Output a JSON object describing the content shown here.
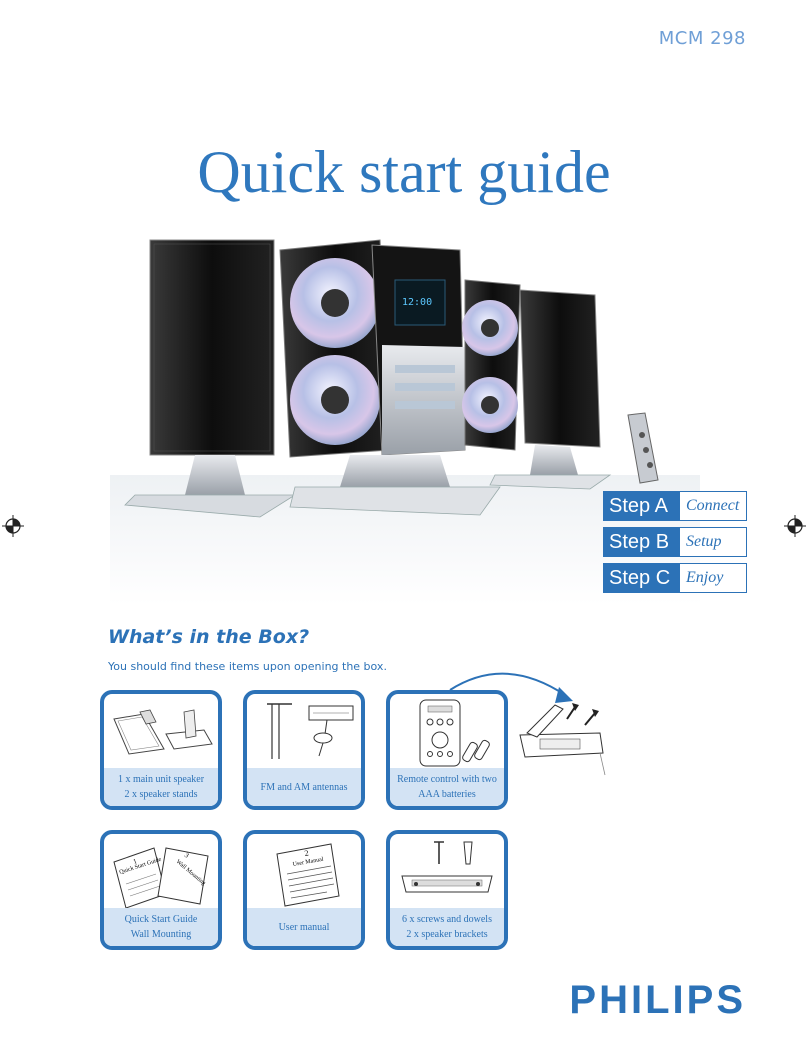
{
  "header": {
    "model": "MCM 298"
  },
  "title": "Quick start guide",
  "steps": [
    {
      "label": "Step A",
      "word": "Connect"
    },
    {
      "label": "Step B",
      "word": "Setup"
    },
    {
      "label": "Step C",
      "word": "Enjoy"
    }
  ],
  "box": {
    "heading": "What’s in the Box?",
    "subtitle": "You should find these items upon opening the box.",
    "items": [
      {
        "lines": [
          "1 x main unit speaker",
          "2 x speaker stands"
        ]
      },
      {
        "lines": [
          "FM and AM antennas"
        ]
      },
      {
        "lines": [
          "Remote control with two",
          "AAA batteries"
        ]
      },
      {
        "lines": [
          "Quick Start Guide",
          "Wall Mounting"
        ]
      },
      {
        "lines": [
          "User manual"
        ]
      },
      {
        "lines": [
          "6 x screws and dowels",
          "2 x speaker brackets"
        ]
      }
    ]
  },
  "booklets": {
    "quick_num": "1",
    "quick_label": "Quick Start Guide",
    "wall_num": "3",
    "wall_label": "Wall Mounting",
    "manual_num": "2",
    "manual_label": "User Manual"
  },
  "brand": "PHILIPS",
  "colors": {
    "brand_blue": "#2c72b7",
    "caption_bg": "#d3e3f4",
    "model_text": "#6f9fd6"
  }
}
